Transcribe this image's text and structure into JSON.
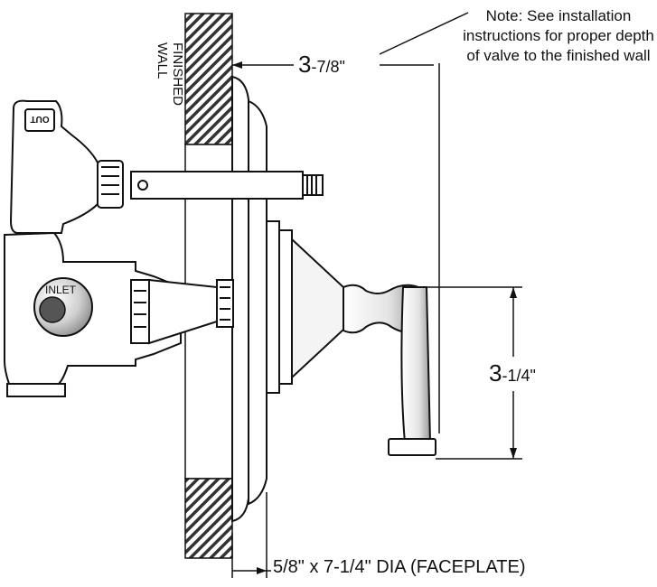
{
  "note": "Note: See installation instructions for proper depth of valve to the finished wall",
  "wall_label": {
    "line1": "FINISHED",
    "line2": "WALL"
  },
  "dimensions": {
    "depth_whole": "3",
    "depth_fraction": "-7/8\"",
    "handle_whole": "3",
    "handle_fraction": "-1/4\"",
    "faceplate": "5/8\" x 7-1/4\" DIA (FACEPLATE)"
  },
  "port_labels": {
    "outlet": "OUT",
    "inlet": "INLET"
  },
  "colors": {
    "line": "#111111",
    "hatch": "#333333",
    "chrome_light": "#e8e8e8",
    "chrome_dark": "#8a8a8a"
  }
}
